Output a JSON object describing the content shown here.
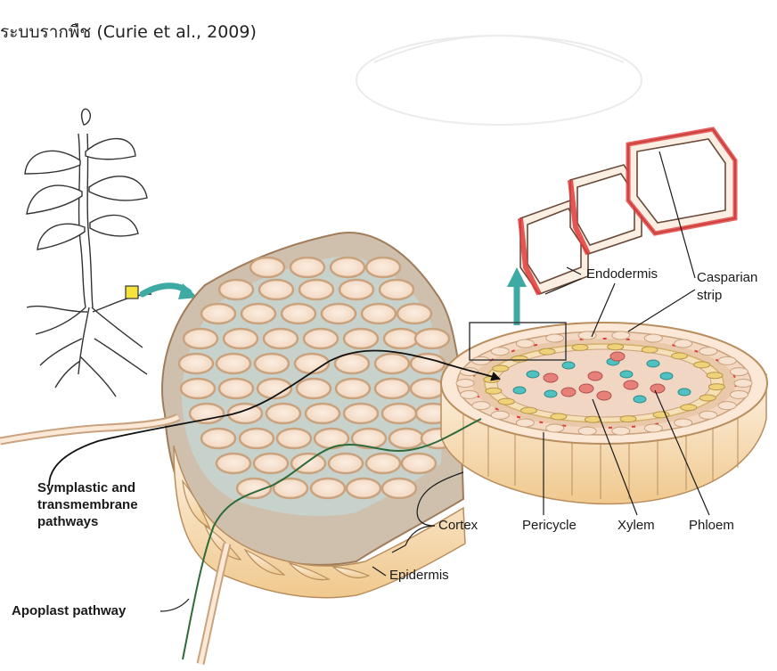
{
  "caption": "ระบบรากพืช (Curie et al., 2009)",
  "labels": {
    "endodermis": "Endodermis",
    "casparian_line1": "Casparian",
    "casparian_line2": "strip",
    "symplastic_line1": "Symplastic and",
    "symplastic_line2": "transmembrane",
    "symplastic_line3": "pathways",
    "cortex": "Cortex",
    "pericycle": "Pericycle",
    "xylem": "Xylem",
    "phloem": "Phloem",
    "epidermis": "Epidermis",
    "apoplast": "Apoplast pathway"
  },
  "colors": {
    "cell_fill": "#f7e2cf",
    "cell_wall": "#c9a27e",
    "intercellular": "#c8d2cc",
    "casparian": "#e03a3a",
    "xylem": "#e8807a",
    "phloem": "#4fc1c0",
    "pericycle": "#f0d27a",
    "arrow_teal": "#3fa9a4",
    "apoplast_line": "#2e6b3a",
    "symplast_line": "#111111"
  },
  "icons": [
    "magnify-box-icon",
    "teal-arrow-icon"
  ]
}
